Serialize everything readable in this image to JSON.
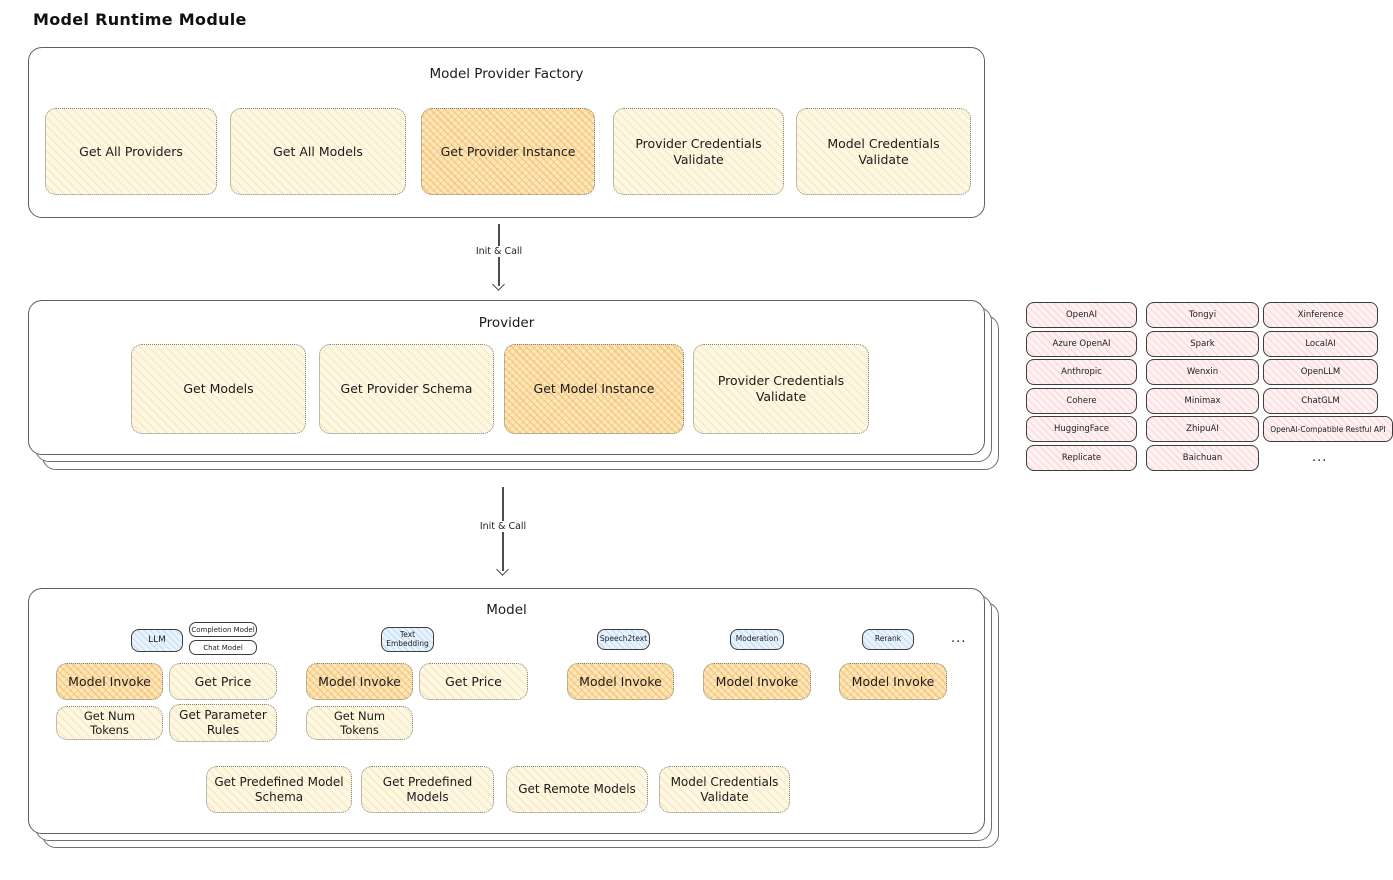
{
  "palette": {
    "yellow_fill": "#fdf8e4",
    "orange_highlight_fill": "#fbe7bb",
    "pink_fill": "#fdf1f1",
    "blue_fill": "#e9f3fc",
    "frame_border": "#606060",
    "text": "#1f1f1f"
  },
  "page": {
    "title": "Model Runtime Module"
  },
  "factory": {
    "title": "Model Provider Factory",
    "buttons": [
      {
        "label": "Get All Providers",
        "highlighted": false
      },
      {
        "label": "Get All Models",
        "highlighted": false
      },
      {
        "label": "Get Provider Instance",
        "highlighted": true
      },
      {
        "label": "Provider Credentials Validate",
        "highlighted": false
      },
      {
        "label": "Model Credentials Validate",
        "highlighted": false
      }
    ]
  },
  "flow": {
    "arrow1_label": "Init & Call",
    "arrow2_label": "Init & Call"
  },
  "provider": {
    "title": "Provider",
    "buttons": [
      {
        "label": "Get Models",
        "highlighted": false
      },
      {
        "label": "Get Provider Schema",
        "highlighted": false
      },
      {
        "label": "Get Model Instance",
        "highlighted": true
      },
      {
        "label": "Provider Credentials Validate",
        "highlighted": false
      }
    ]
  },
  "providers_grid": {
    "columns": [
      [
        "OpenAI",
        "Azure OpenAI",
        "Anthropic",
        "Cohere",
        "HuggingFace",
        "Replicate"
      ],
      [
        "Tongyi",
        "Spark",
        "Wenxin",
        "Minimax",
        "ZhipuAI",
        "Baichuan"
      ],
      [
        "Xinference",
        "LocalAI",
        "OpenLLM",
        "ChatGLM",
        "OpenAI-Compatible Restful API"
      ]
    ],
    "ellipsis": "..."
  },
  "model": {
    "title": "Model",
    "ellipsis": "...",
    "type_tags": {
      "llm": "LLM",
      "completion": "Completion Model",
      "chat": "Chat Model",
      "text_embedding": "Text Embedding",
      "speech2text": "Speech2text",
      "moderation": "Moderation",
      "rerank": "Rerank"
    },
    "buttons": {
      "model_invoke": "Model Invoke",
      "get_price": "Get Price",
      "get_num_tokens": "Get Num Tokens",
      "get_parameter_rules": "Get Parameter Rules",
      "get_predefined_model_schema": "Get Predefined Model Schema",
      "get_predefined_models": "Get Predefined Models",
      "get_remote_models": "Get Remote Models",
      "model_credentials_validate": "Model Credentials Validate"
    }
  }
}
